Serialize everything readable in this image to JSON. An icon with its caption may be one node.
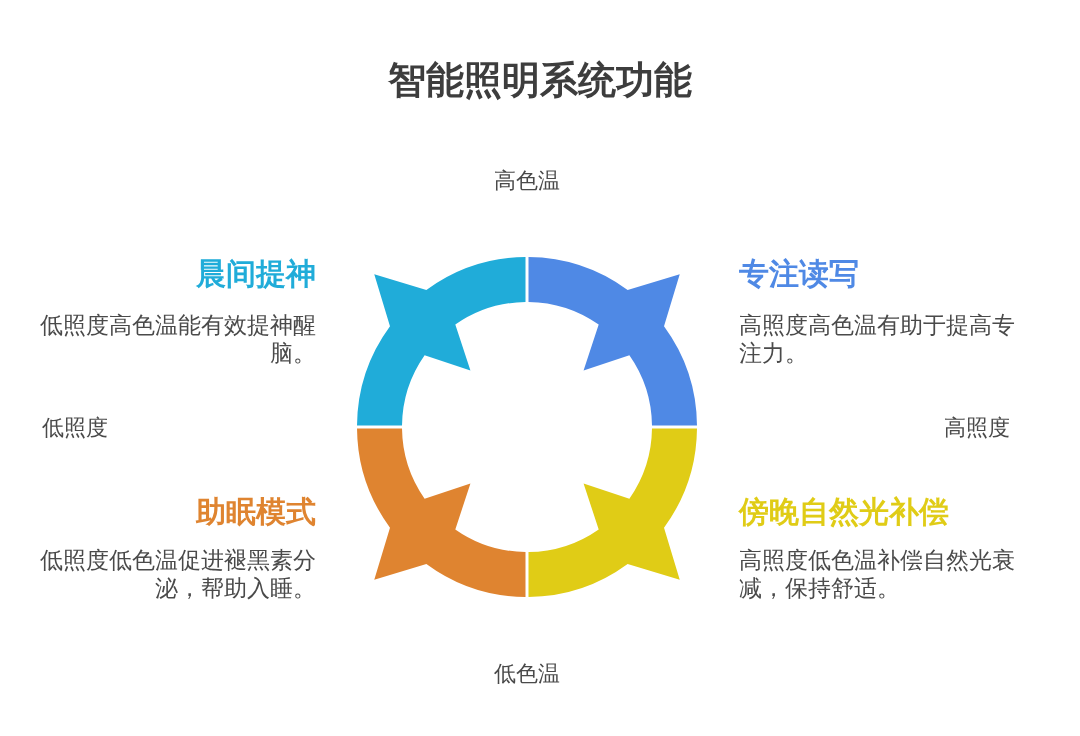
{
  "diagram": {
    "title": "智能照明系统功能",
    "nodes": [
      {
        "text": [],
        "shape": "arc",
        "beside": [
          "晨间提神",
          "低照度高色温能有效提神醒脑。"
        ]
      },
      {
        "text": [],
        "shape": "arc",
        "beside": [
          "专注读写",
          "高照度高色温有助于提高专注力。"
        ]
      },
      {
        "text": [],
        "shape": "arc",
        "beside": [
          "助眠模式",
          "低照度低色温促进褪黑素分泌，帮助入睡。"
        ]
      },
      {
        "text": [],
        "shape": "arc",
        "beside": [
          "傍晚自然光补偿",
          "高照度低色温补偿自然光衰减，保持舒适。"
        ]
      }
    ],
    "labels": [
      "高色温",
      "低照度",
      "高照度",
      "低色温"
    ]
  }
}
